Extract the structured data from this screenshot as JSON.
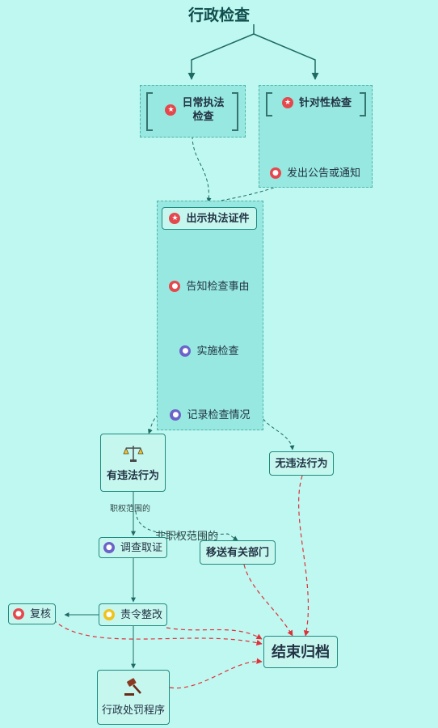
{
  "root": {
    "title": "行政检查"
  },
  "groups": {
    "daily": {
      "label": "日常执法检查",
      "line1": "日常执法",
      "line2": "检查"
    },
    "targeted": {
      "label": "针对性检查",
      "step": "发出公告或通知"
    },
    "procedure": {
      "steps": [
        "出示执法证件",
        "告知检查事由",
        "实施检查",
        "记录检查情况"
      ]
    }
  },
  "outcomes": {
    "violation": "有违法行为",
    "no_violation": "无违法行为",
    "within_scope": "职权范围的",
    "outside_scope": "非职权范围的",
    "transfer": "移送有关部门",
    "investigate": "调查取证",
    "order_correct": "责令整改",
    "review": "复核",
    "penalty": "行政处罚程序",
    "archive": "结束归档"
  },
  "colors": {
    "background": "#bff8f0",
    "group_fill": "#97e8e0",
    "node_border": "#1e8a80",
    "connector": "#1e6b66",
    "red_path": "#e0303a",
    "badge_red": "#e4484d",
    "badge_purple": "#6b63c9",
    "badge_yellow": "#f0c21c"
  },
  "icons": {
    "star_badge": "star-badge-icon",
    "person_badge": "person-badge-icon",
    "scale": "scale-icon",
    "gavel": "gavel-icon"
  }
}
